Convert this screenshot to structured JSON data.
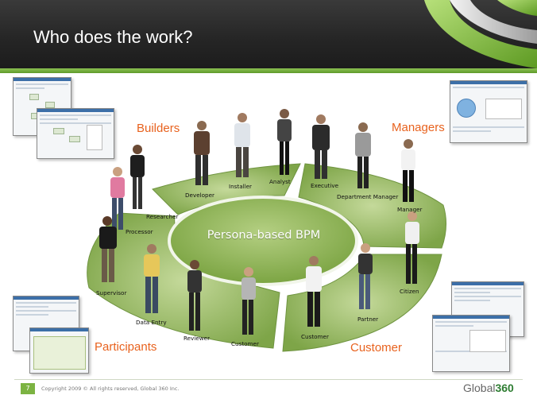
{
  "slide": {
    "title": "Who does the work?",
    "page_number": "7",
    "copyright": "Copyright 2009 © All rights reserved, Global 360 Inc.",
    "logo": {
      "text": "Global",
      "number": "360"
    }
  },
  "diagram": {
    "center_label": "Persona-based BPM",
    "groups": {
      "builders": "Builders",
      "managers": "Managers",
      "participants": "Participants",
      "customer": "Customer"
    },
    "personas": {
      "developer": "Developer",
      "installer": "Installer",
      "analyst": "Analyst",
      "executive": "Executive",
      "department_manager": "Department Manager",
      "manager": "Manager",
      "researcher": "Researcher",
      "processor": "Processor",
      "supervisor": "Supervisor",
      "data_entry": "Data Entry",
      "reviewer": "Reviewer",
      "customer_left": "Customer",
      "customer_right": "Customer",
      "partner": "Partner",
      "citizen": "Citizen"
    }
  },
  "colors": {
    "ring_green": "#8db35a",
    "group_orange": "#e8621e",
    "header_dark": "#262626",
    "accent_green": "#7cb342"
  }
}
